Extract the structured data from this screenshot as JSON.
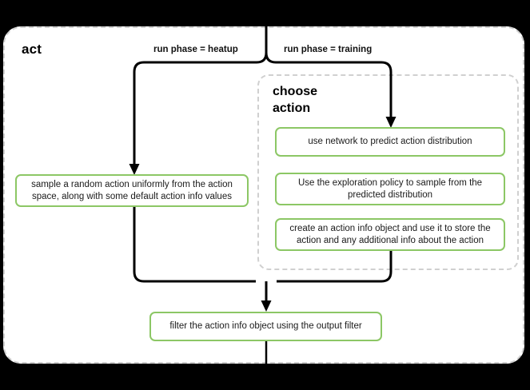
{
  "diagram": {
    "title": "act",
    "subgroup_title": "choose\naction",
    "colors": {
      "process_border": "#8cc765",
      "group_border": "#d0d0d0",
      "edge": "#000000",
      "background": "#ffffff",
      "page": "#000000"
    },
    "edge_labels": {
      "heatup": "run phase = heatup",
      "training": "run phase = training"
    },
    "nodes": {
      "sample_random": "sample a random action uniformly from the action space, along with some default action info values",
      "use_network": "use network to predict action distribution",
      "exploration_policy": "Use the exploration policy to sample from the predicted distribution",
      "create_action_info": "create an action info object and use it to store the action and any additional info about the action",
      "filter_output": "filter the action info object using the output filter"
    }
  }
}
